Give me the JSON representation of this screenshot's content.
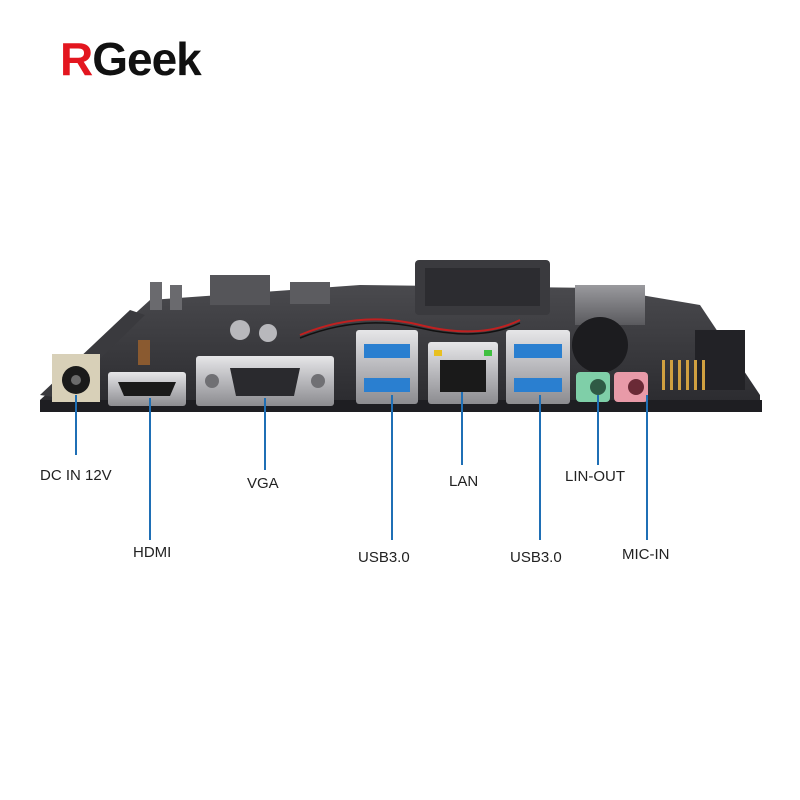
{
  "brand": {
    "first_letter": "R",
    "rest": "Geek",
    "accent_color": "#e3161f"
  },
  "colors": {
    "leader_line": "#1f6fb5",
    "usb_port": "#2a7fd0",
    "line_out_jack": "#7fcfa8",
    "mic_in_jack": "#e89aa8"
  },
  "ports": [
    {
      "id": "dc",
      "label": "DC IN 12V"
    },
    {
      "id": "hdmi",
      "label": "HDMI"
    },
    {
      "id": "vga",
      "label": "VGA"
    },
    {
      "id": "usb1",
      "label": "USB3.0"
    },
    {
      "id": "lan",
      "label": "LAN"
    },
    {
      "id": "usb2",
      "label": "USB3.0"
    },
    {
      "id": "lineout",
      "label": "LIN-OUT"
    },
    {
      "id": "micin",
      "label": "MIC-IN"
    }
  ]
}
